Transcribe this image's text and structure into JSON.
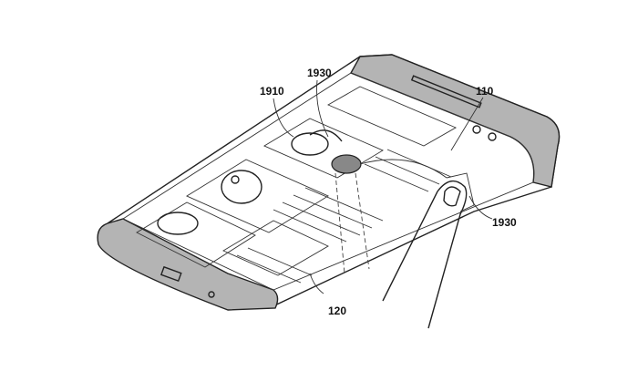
{
  "figure": {
    "labels": {
      "icon_top": "1930",
      "content": "1910",
      "device": "110",
      "icon_side": "1930",
      "screen": "120"
    }
  }
}
